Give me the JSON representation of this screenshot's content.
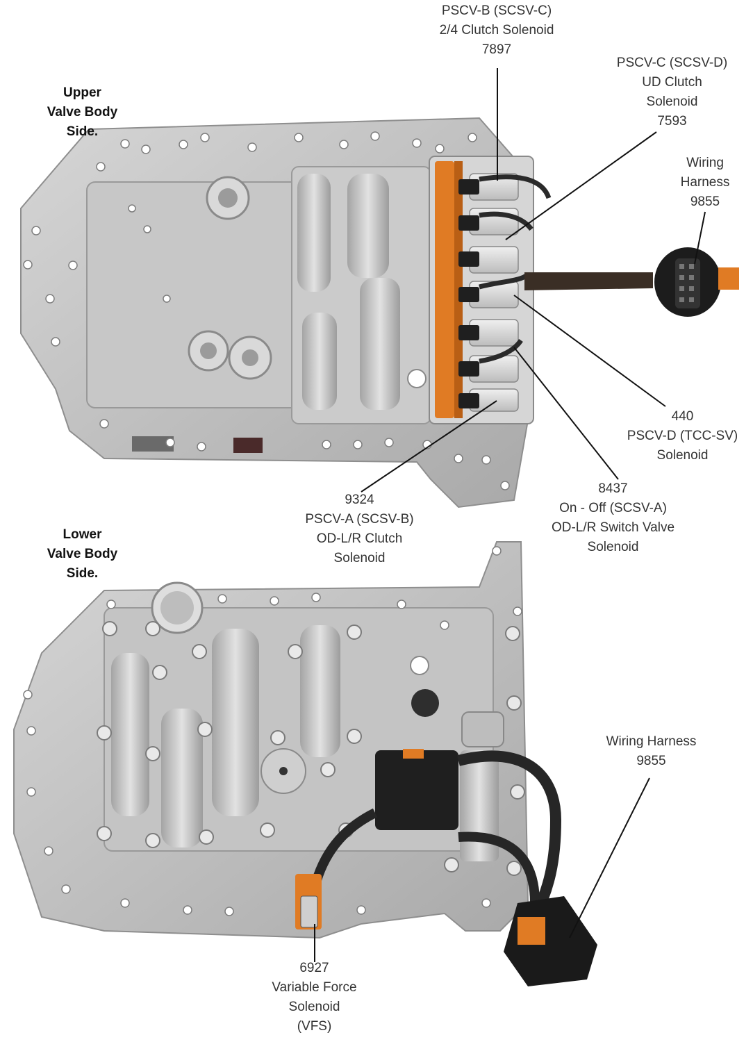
{
  "sections": {
    "upper": [
      "Upper",
      "Valve Body",
      "Side."
    ],
    "lower": [
      "Lower",
      "Valve Body",
      "Side."
    ]
  },
  "callouts": {
    "pscv_b": [
      "PSCV-B (SCSV-C)",
      "2/4 Clutch Solenoid",
      "7897"
    ],
    "pscv_c": [
      "PSCV-C (SCSV-D)",
      "UD Clutch",
      "Solenoid",
      "7593"
    ],
    "harness_upper": [
      "Wiring",
      "Harness",
      "9855"
    ],
    "pscv_d": [
      "440",
      "PSCV-D (TCC-SV)",
      "Solenoid"
    ],
    "on_off": [
      "8437",
      "On - Off (SCSV-A)",
      "OD-L/R Switch Valve",
      "Solenoid"
    ],
    "pscv_a": [
      "9324",
      "PSCV-A (SCSV-B)",
      "OD-L/R Clutch",
      "Solenoid"
    ],
    "harness_lower": [
      "Wiring Harness",
      "9855"
    ],
    "vfs": [
      "6927",
      "Variable Force",
      "Solenoid",
      "(VFS)"
    ]
  },
  "colors": {
    "plate": "#bdbdbd",
    "plate_edge": "#8e8e8e",
    "body": "#cfcfcf",
    "solenoid_orange": "#e07b24",
    "connector": "#1f1f1f",
    "leader": "#111111"
  }
}
